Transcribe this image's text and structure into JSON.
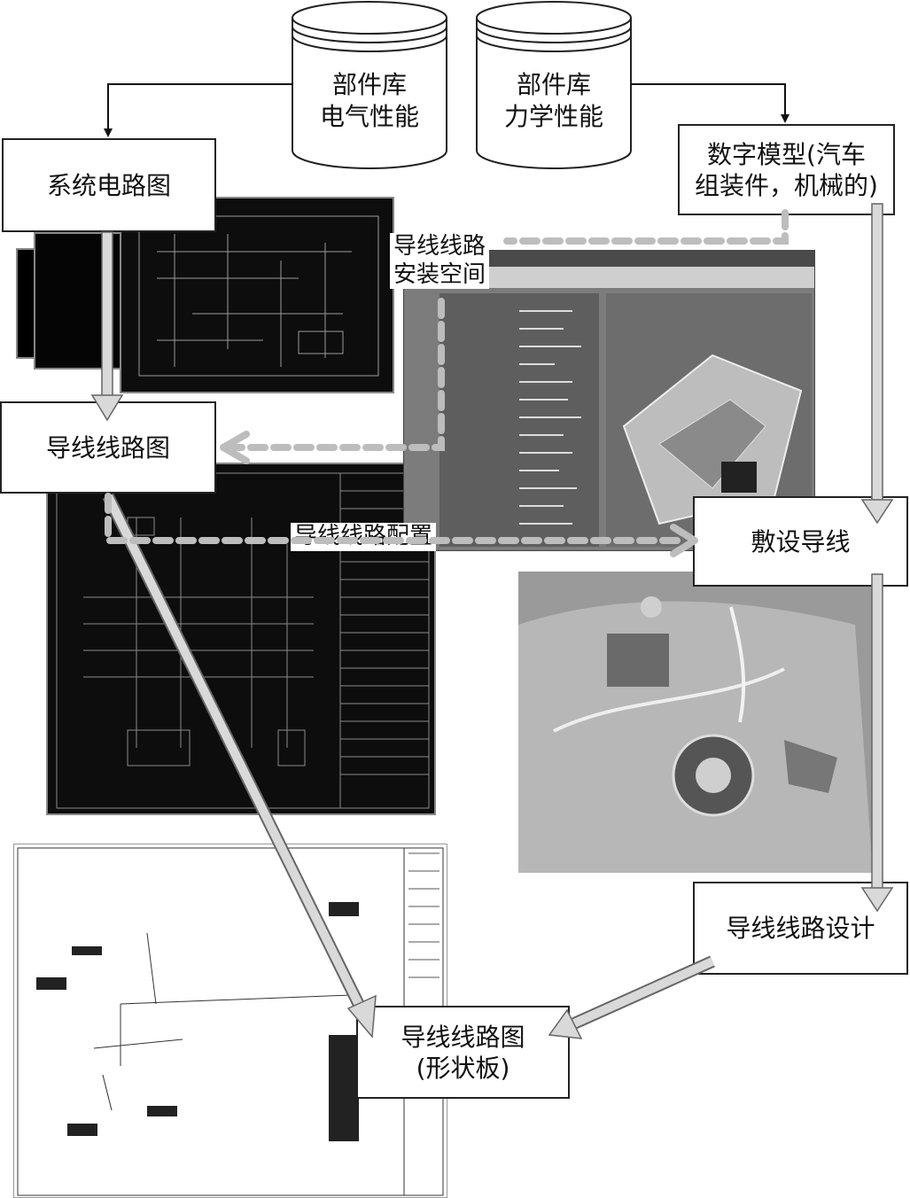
{
  "databases": {
    "electrical": {
      "line1": "部件库",
      "line2": "电气性能"
    },
    "mechanical": {
      "line1": "部件库",
      "line2": "力学性能"
    }
  },
  "boxes": {
    "system_circuit": "系统电路图",
    "digital_model": {
      "line1": "数字模型(汽车",
      "line2": "组装件，机械的)"
    },
    "wire_route_diagram": "导线线路图",
    "lay_wires": "敷设导线",
    "wire_route_design": "导线线路设计",
    "wire_route_formboard": {
      "line1": "导线线路图",
      "line2": "(形状板)"
    }
  },
  "labels": {
    "install_space": {
      "line1": "导线线路",
      "line2": "安装空间"
    },
    "route_config": "导线线路配置"
  },
  "colors": {
    "arrow_gray": "#a9a9a9",
    "dashed_gray": "#bdbdbd",
    "schematic_bg": "#0d0d0d"
  }
}
